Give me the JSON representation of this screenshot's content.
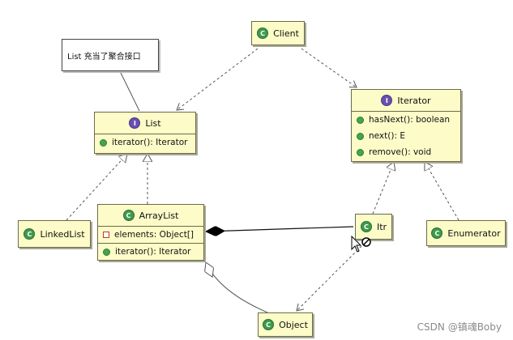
{
  "note": {
    "text": "List 充当了聚合接口"
  },
  "classes": {
    "client": {
      "name": "Client"
    },
    "list": {
      "name": "List",
      "methods": [
        "iterator(): Iterator"
      ]
    },
    "iterator": {
      "name": "Iterator",
      "methods": [
        "hasNext(): boolean",
        "next(): E",
        "remove(): void"
      ]
    },
    "linkedlist": {
      "name": "LinkedList"
    },
    "arraylist": {
      "name": "ArrayList",
      "fields": [
        "elements: Object[]"
      ],
      "methods": [
        "iterator(): Iterator"
      ]
    },
    "itr": {
      "name": "Itr"
    },
    "enumerator": {
      "name": "Enumerator"
    },
    "object": {
      "name": "Object"
    }
  },
  "icons": {
    "class_icon": "class-icon",
    "interface_icon": "interface-icon",
    "class_letter": "C",
    "interface_letter": "I"
  },
  "watermark": "CSDN @镇魂Boby"
}
